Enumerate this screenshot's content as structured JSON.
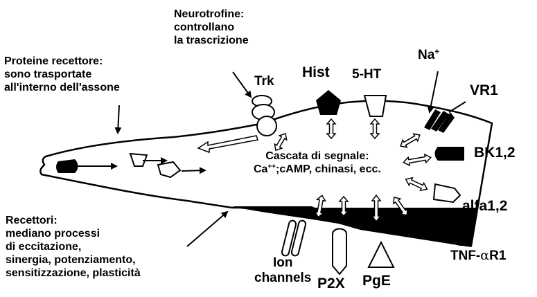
{
  "labels": {
    "neurotrophins": {
      "line1": "Neurotrofine:",
      "line2": "controllano",
      "line3": "la trascrizione"
    },
    "receptor_proteins": {
      "line1": "Proteine recettore:",
      "line2": "sono trasportate",
      "line3": "all'interno dell'assone"
    },
    "receptors": {
      "line1": "Recettori:",
      "line2": "mediano processi",
      "line3": "di eccitazione,",
      "line4": "sinergia, potenziamento,",
      "line5": "sensitizzazione, plasticità"
    },
    "cascade": {
      "line1": "Cascata di segnale:",
      "ca": "Ca",
      "ca_sup": "++",
      "line2_rest": ";cAMP, chinasi, ecc."
    },
    "trk": "Trk",
    "hist": "Hist",
    "ht5": "5-HT",
    "na": "Na",
    "na_sup": "+",
    "vr1": "VR1",
    "bk12": "BK1,2",
    "alfa12": "alfa1,2",
    "tnf_a": "TNF-",
    "tnf_alpha": "α",
    "tnf_b": "R1",
    "ion_channels": {
      "line1": "Ion",
      "line2": "channels"
    },
    "p2x": "P2X",
    "pge": "PgE"
  },
  "colors": {
    "ink": "#000000",
    "background": "#ffffff"
  }
}
